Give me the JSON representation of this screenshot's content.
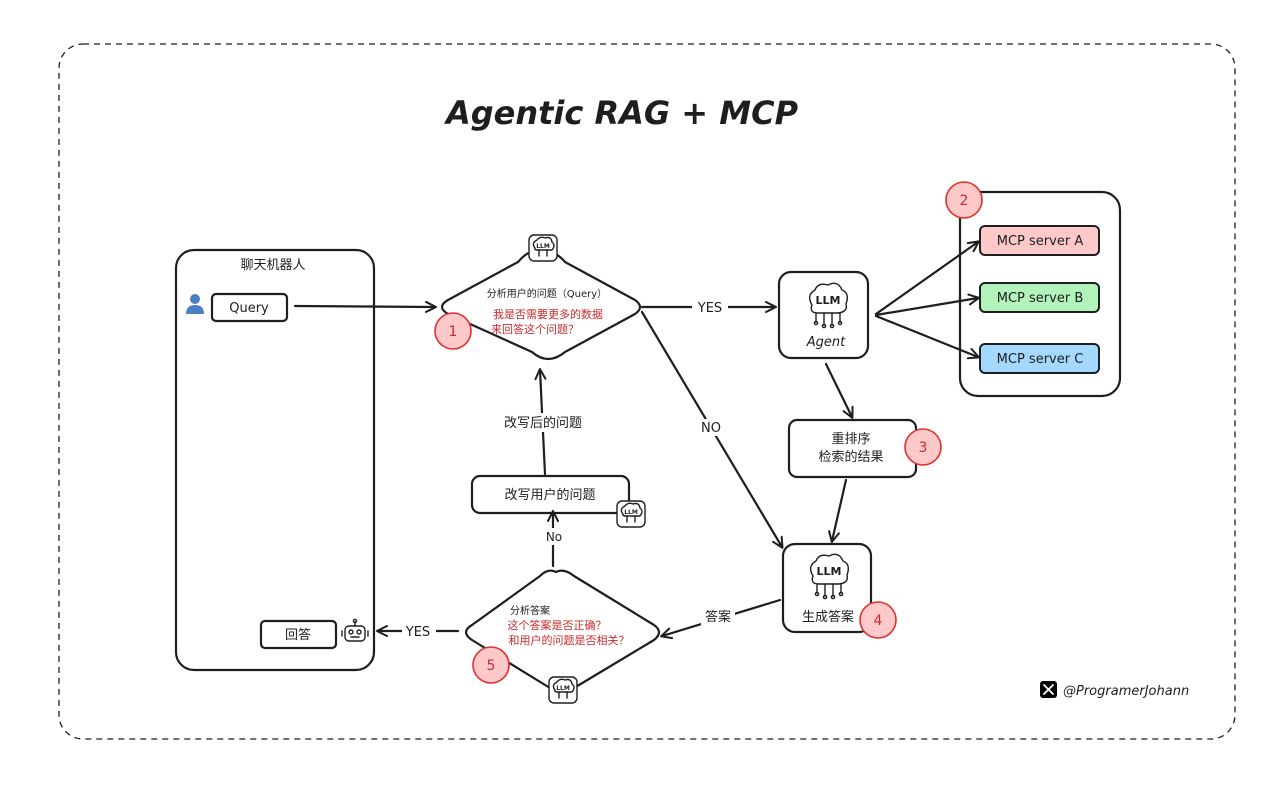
{
  "title": "Agentic RAG + MCP",
  "chatbot": {
    "label": "聊天机器人",
    "query_label": "Query",
    "answer_label": "回答"
  },
  "decision1": {
    "line1": "分析用户的问题（Query）",
    "line2": "我是否需要更多的数据",
    "line3": "来回答这个问题？",
    "badge": "1"
  },
  "edges": {
    "yes1": "YES",
    "no1": "NO",
    "rewritten": "改写后的问题",
    "no2": "No",
    "answer": "答案",
    "yes2": "YES"
  },
  "agent": {
    "label": "Agent",
    "llm": "LLM"
  },
  "mcp": {
    "badge": "2",
    "servers": [
      {
        "label": "MCP server A",
        "color": "#ffc9c9"
      },
      {
        "label": "MCP server B",
        "color": "#b2f2bb"
      },
      {
        "label": "MCP server C",
        "color": "#a5d8ff"
      }
    ]
  },
  "rerank": {
    "line1": "重排序",
    "line2": "检索的结果",
    "badge": "3"
  },
  "generate": {
    "label": "生成答案",
    "llm": "LLM",
    "badge": "4"
  },
  "rewrite": {
    "label": "改写用户的问题",
    "llm": "LLM"
  },
  "decision2": {
    "line1": "分析答案",
    "line2": "这个答案是否正确？",
    "line3": "和用户的问题是否相关？",
    "badge": "5"
  },
  "llm_chip": "LLM",
  "footer": {
    "handle": "@ProgramerJohann",
    "icon": "x-logo-icon"
  }
}
